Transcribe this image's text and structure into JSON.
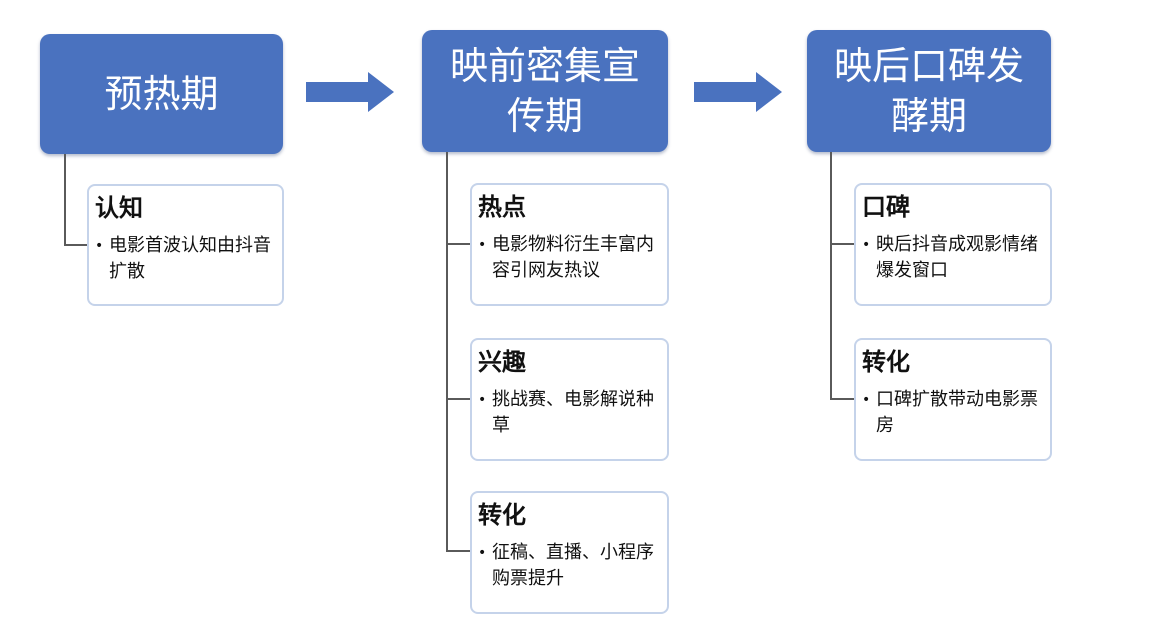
{
  "colors": {
    "stage_fill": "#4a72bf",
    "card_border": "#c5d3ea",
    "connector": "#5a5a5a"
  },
  "stages": [
    {
      "title_lines": [
        "预热期"
      ],
      "items": [
        {
          "title": "认知",
          "bullet": "电影首波认知由抖音扩散"
        }
      ]
    },
    {
      "title_lines": [
        "映前密集宣",
        "传期"
      ],
      "items": [
        {
          "title": "热点",
          "bullet": "电影物料衍生丰富内容引网友热议"
        },
        {
          "title": "兴趣",
          "bullet": "挑战赛、电影解说种草"
        },
        {
          "title": "转化",
          "bullet": "征稿、直播、小程序购票提升"
        }
      ]
    },
    {
      "title_lines": [
        "映后口碑发",
        "酵期"
      ],
      "items": [
        {
          "title": "口碑",
          "bullet": "映后抖音成观影情绪爆发窗口"
        },
        {
          "title": "转化",
          "bullet": "口碑扩散带动电影票房"
        }
      ]
    }
  ]
}
